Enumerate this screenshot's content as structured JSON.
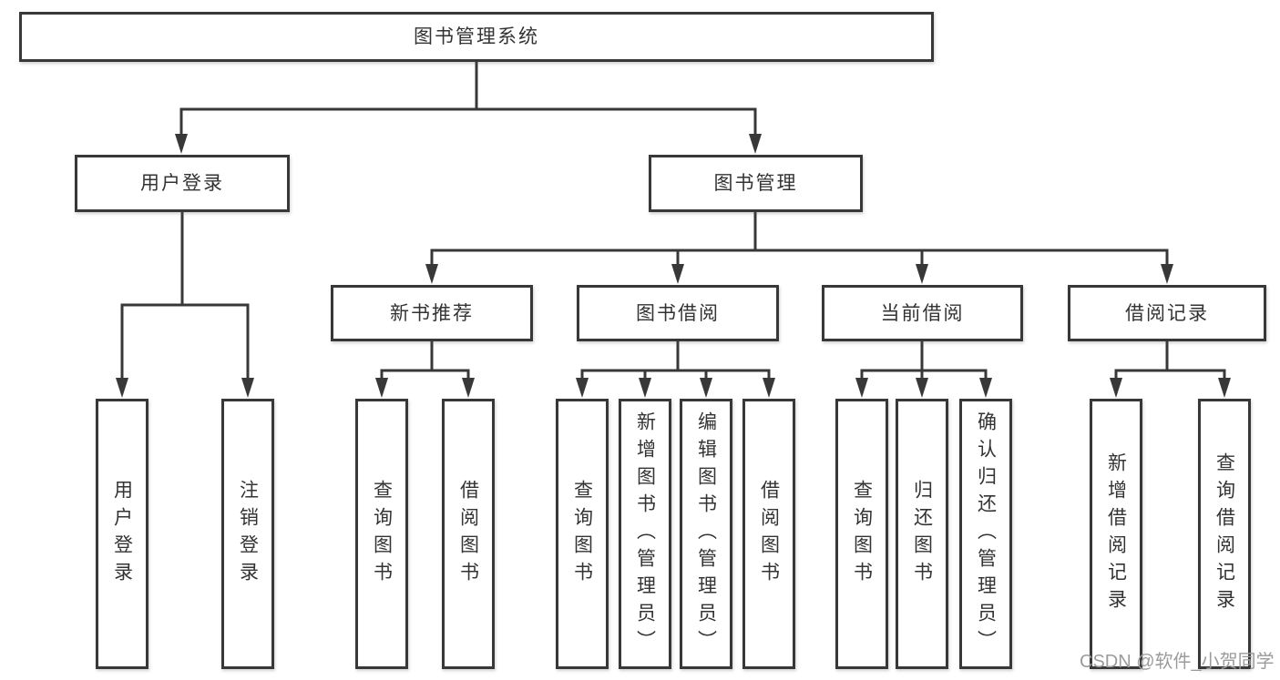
{
  "diagram": {
    "root": "图书管理系统",
    "user_login": {
      "label": "用户登录",
      "children": [
        "用户登录",
        "注销登录"
      ]
    },
    "book_mgmt": {
      "label": "图书管理",
      "children": [
        {
          "label": "新书推荐",
          "children": [
            "查询图书",
            "借阅图书"
          ]
        },
        {
          "label": "图书借阅",
          "children": [
            "查询图书",
            "新增图书（管理员）",
            "编辑图书（管理员）",
            "借阅图书"
          ]
        },
        {
          "label": "当前借阅",
          "children": [
            "查询图书",
            "归还图书",
            "确认归还（管理员）"
          ]
        },
        {
          "label": "借阅记录",
          "children": [
            "新增借阅记录",
            "查询借阅记录"
          ]
        }
      ]
    }
  },
  "watermark": "CSDN @软件_小贺同学",
  "colors": {
    "line": "#383838",
    "text": "#333333",
    "watermark_text": "#9b9b9b",
    "background": "#ffffff"
  }
}
